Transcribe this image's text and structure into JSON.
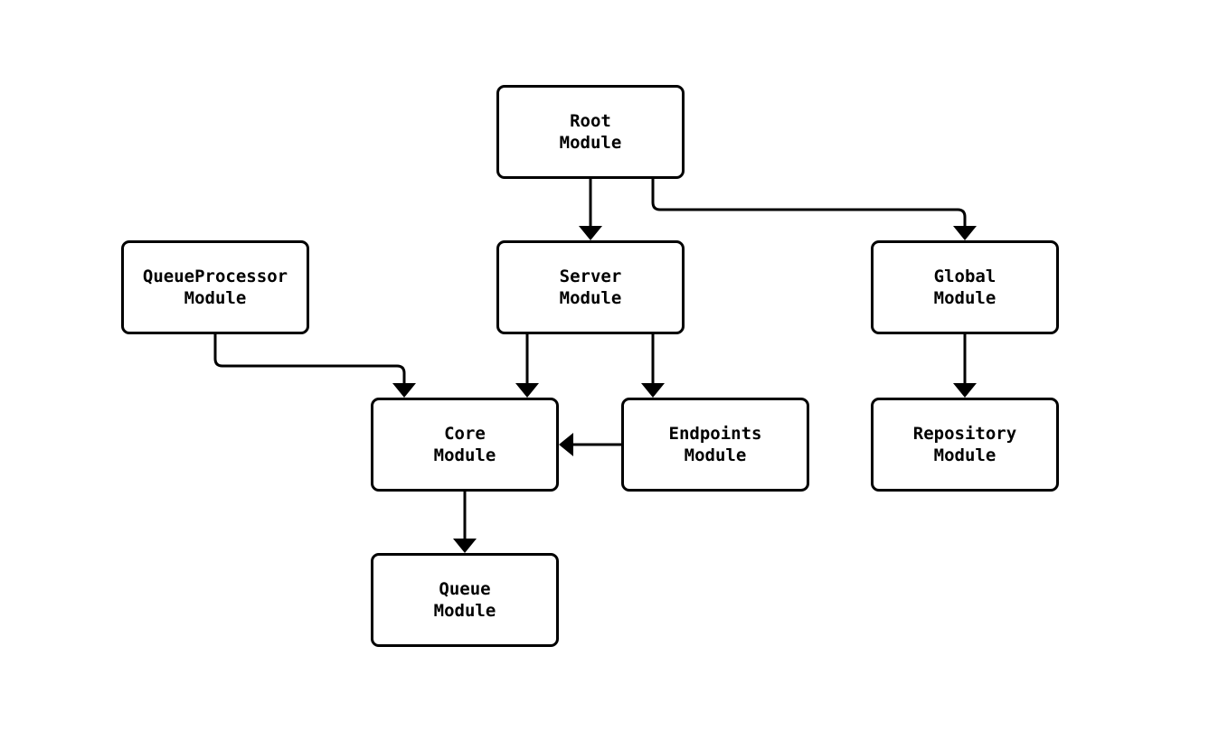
{
  "diagram": {
    "type": "module-dependency-graph",
    "nodes": {
      "root": {
        "label": "Root\nModule"
      },
      "queueprocessor": {
        "label": "QueueProcessor\nModule"
      },
      "server": {
        "label": "Server\nModule"
      },
      "global": {
        "label": "Global\nModule"
      },
      "core": {
        "label": "Core\nModule"
      },
      "endpoints": {
        "label": "Endpoints\nModule"
      },
      "repository": {
        "label": "Repository\nModule"
      },
      "queue": {
        "label": "Queue\nModule"
      }
    },
    "edges": [
      {
        "from": "Root Module",
        "to": "Server Module"
      },
      {
        "from": "Root Module",
        "to": "Global Module"
      },
      {
        "from": "QueueProcessor Module",
        "to": "Core Module"
      },
      {
        "from": "Server Module",
        "to": "Core Module"
      },
      {
        "from": "Server Module",
        "to": "Endpoints Module"
      },
      {
        "from": "Endpoints Module",
        "to": "Core Module"
      },
      {
        "from": "Global Module",
        "to": "Repository Module"
      },
      {
        "from": "Core Module",
        "to": "Queue Module"
      }
    ],
    "colors": {
      "background": "#ffffff",
      "node_fill": "#ffffff",
      "node_border": "#000000",
      "edge": "#000000",
      "text": "#000000"
    }
  }
}
